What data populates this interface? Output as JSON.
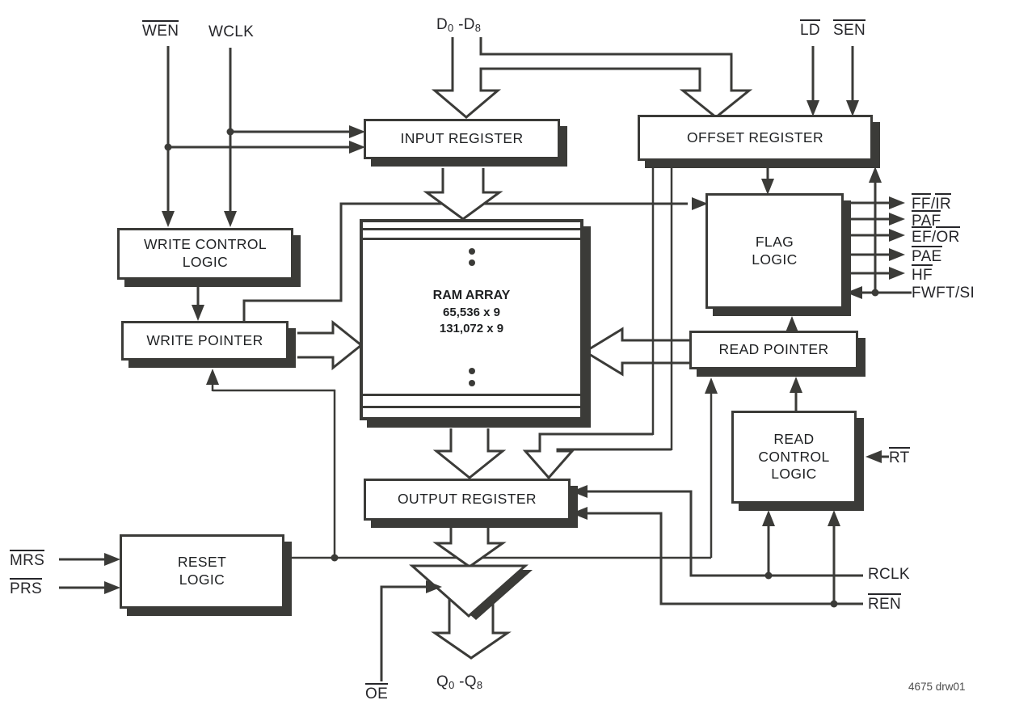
{
  "diagram": {
    "title_note": "4675 drw01",
    "blocks": {
      "input_register": {
        "label": "INPUT REGISTER"
      },
      "offset_register": {
        "label": "OFFSET REGISTER"
      },
      "write_control_logic": {
        "label": "WRITE CONTROL\nLOGIC"
      },
      "write_pointer": {
        "label": "WRITE POINTER"
      },
      "ram_array": {
        "title": "RAM ARRAY",
        "size1": "65,536 x 9",
        "size2": "131,072 x 9"
      },
      "flag_logic": {
        "label": "FLAG\nLOGIC"
      },
      "read_pointer": {
        "label": "READ POINTER"
      },
      "read_control_logic": {
        "label": "READ\nCONTROL\nLOGIC"
      },
      "output_register": {
        "label": "OUTPUT REGISTER"
      },
      "reset_logic": {
        "label": "RESET\nLOGIC"
      }
    },
    "signals": {
      "wen": [
        {
          "t": "WEN",
          "bar": true
        }
      ],
      "wclk": [
        {
          "t": "WCLK"
        }
      ],
      "d_bus": [
        {
          "t": "D"
        },
        {
          "t": "0",
          "sub": true
        },
        {
          "t": " -D"
        },
        {
          "t": "8",
          "sub": true
        }
      ],
      "ld": [
        {
          "t": "LD",
          "bar": true
        }
      ],
      "sen": [
        {
          "t": "SEN",
          "bar": true
        }
      ],
      "ff_ir": [
        {
          "t": "FF",
          "bar": true
        },
        {
          "t": "/"
        },
        {
          "t": "IR",
          "bar": true
        }
      ],
      "paf": [
        {
          "t": "PAF",
          "bar": true
        }
      ],
      "ef_or": [
        {
          "t": "EF",
          "bar": true
        },
        {
          "t": "/"
        },
        {
          "t": "OR",
          "bar": true
        }
      ],
      "pae": [
        {
          "t": "PAE",
          "bar": true
        }
      ],
      "hf": [
        {
          "t": "HF",
          "bar": true
        }
      ],
      "fwft_si": [
        {
          "t": "FWFT/SI"
        }
      ],
      "rt": [
        {
          "t": "RT",
          "bar": true
        }
      ],
      "rclk": [
        {
          "t": "RCLK"
        }
      ],
      "ren": [
        {
          "t": "REN",
          "bar": true
        }
      ],
      "mrs": [
        {
          "t": "MRS",
          "bar": true
        }
      ],
      "prs": [
        {
          "t": "PRS",
          "bar": true
        }
      ],
      "oe": [
        {
          "t": "OE",
          "bar": true
        }
      ],
      "q_bus": [
        {
          "t": "Q"
        },
        {
          "t": "0",
          "sub": true
        },
        {
          "t": " -Q"
        },
        {
          "t": "8",
          "sub": true
        }
      ]
    },
    "colors": {
      "line": "#3b3b38",
      "text": "#26262a",
      "background": "#ffffff"
    }
  }
}
